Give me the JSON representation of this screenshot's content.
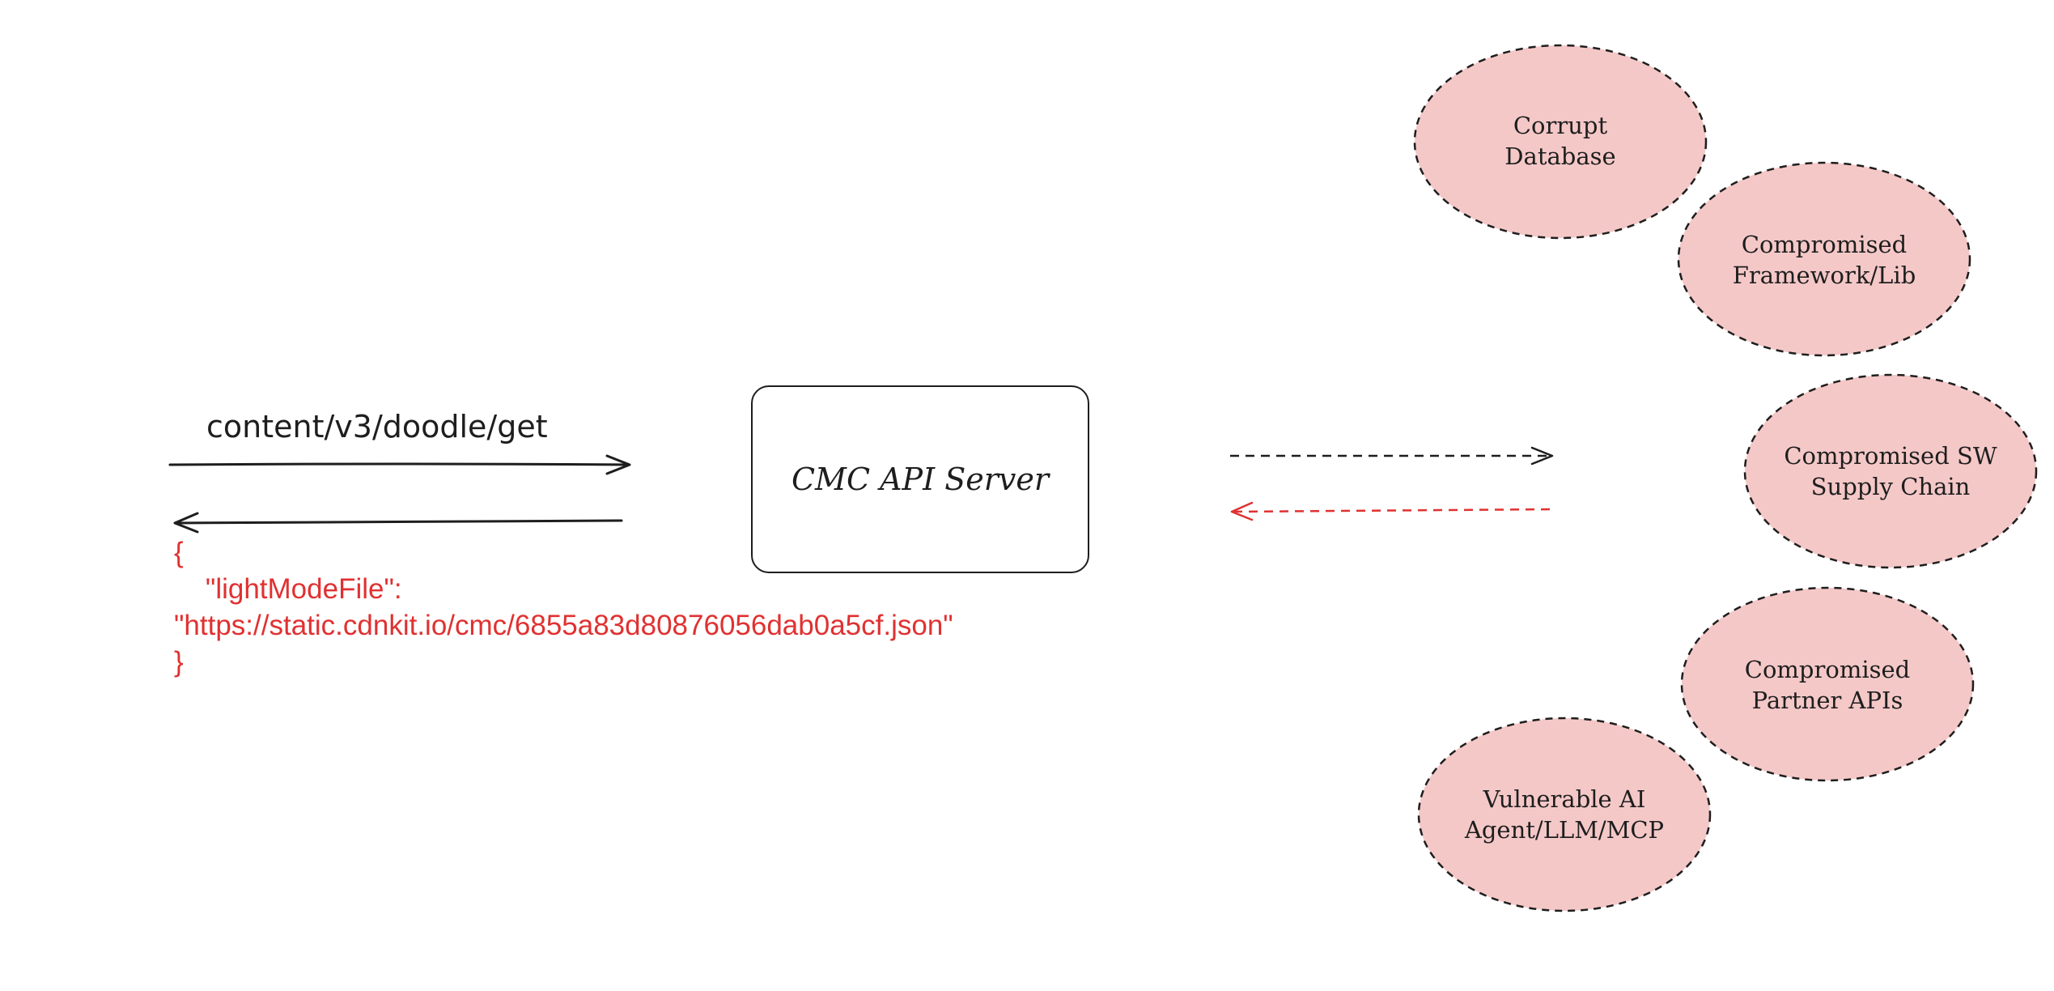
{
  "request": {
    "endpoint": "content/v3/doodle/get"
  },
  "response": {
    "open_brace": "{",
    "key_line": "    \"lightModeFile\":",
    "value_line": "\"https://static.cdnkit.io/cmc/6855a83d80876056dab0a5cf.json\"",
    "close_brace": "}"
  },
  "server": {
    "label": "CMC API Server"
  },
  "threats": [
    {
      "line1": "Corrupt",
      "line2": "Database"
    },
    {
      "line1": "Compromised",
      "line2": "Framework/Lib"
    },
    {
      "line1": "Compromised SW",
      "line2": "Supply Chain"
    },
    {
      "line1": "Compromised",
      "line2": "Partner APIs"
    },
    {
      "line1": "Vulnerable AI",
      "line2": "Agent/LLM/MCP"
    }
  ],
  "colors": {
    "stroke": "#1e1e1e",
    "response_red": "#e03131",
    "threat_fill": "#f5c8c8"
  }
}
